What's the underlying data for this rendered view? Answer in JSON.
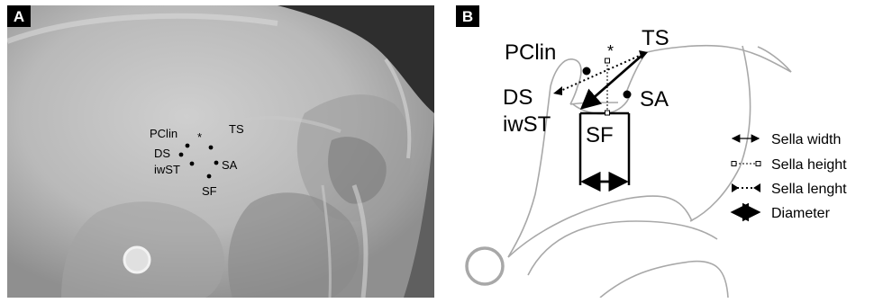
{
  "panel_a": {
    "badge": "A",
    "labels": {
      "pclin": "PClin",
      "ds": "DS",
      "iwst": "iwST",
      "asterisk": "*",
      "ts": "TS",
      "sa": "SA",
      "sf": "SF"
    }
  },
  "panel_b": {
    "badge": "B",
    "labels": {
      "pclin": "PClin",
      "ds": "DS",
      "iwst": "iwST",
      "asterisk": "*",
      "ts": "TS",
      "sa": "SA",
      "sf": "SF"
    },
    "legend": [
      {
        "label": "Sella width",
        "icon": "thin-double-arrow"
      },
      {
        "label": "Sella height",
        "icon": "dashed-square-ends"
      },
      {
        "label": "Sella lenght",
        "icon": "dotted-triangle-ends"
      },
      {
        "label": "Diameter",
        "icon": "bold-double-arrow"
      }
    ]
  },
  "colors": {
    "badge_bg": "#000000",
    "outline": "#a8a8a8",
    "ink": "#000000"
  }
}
